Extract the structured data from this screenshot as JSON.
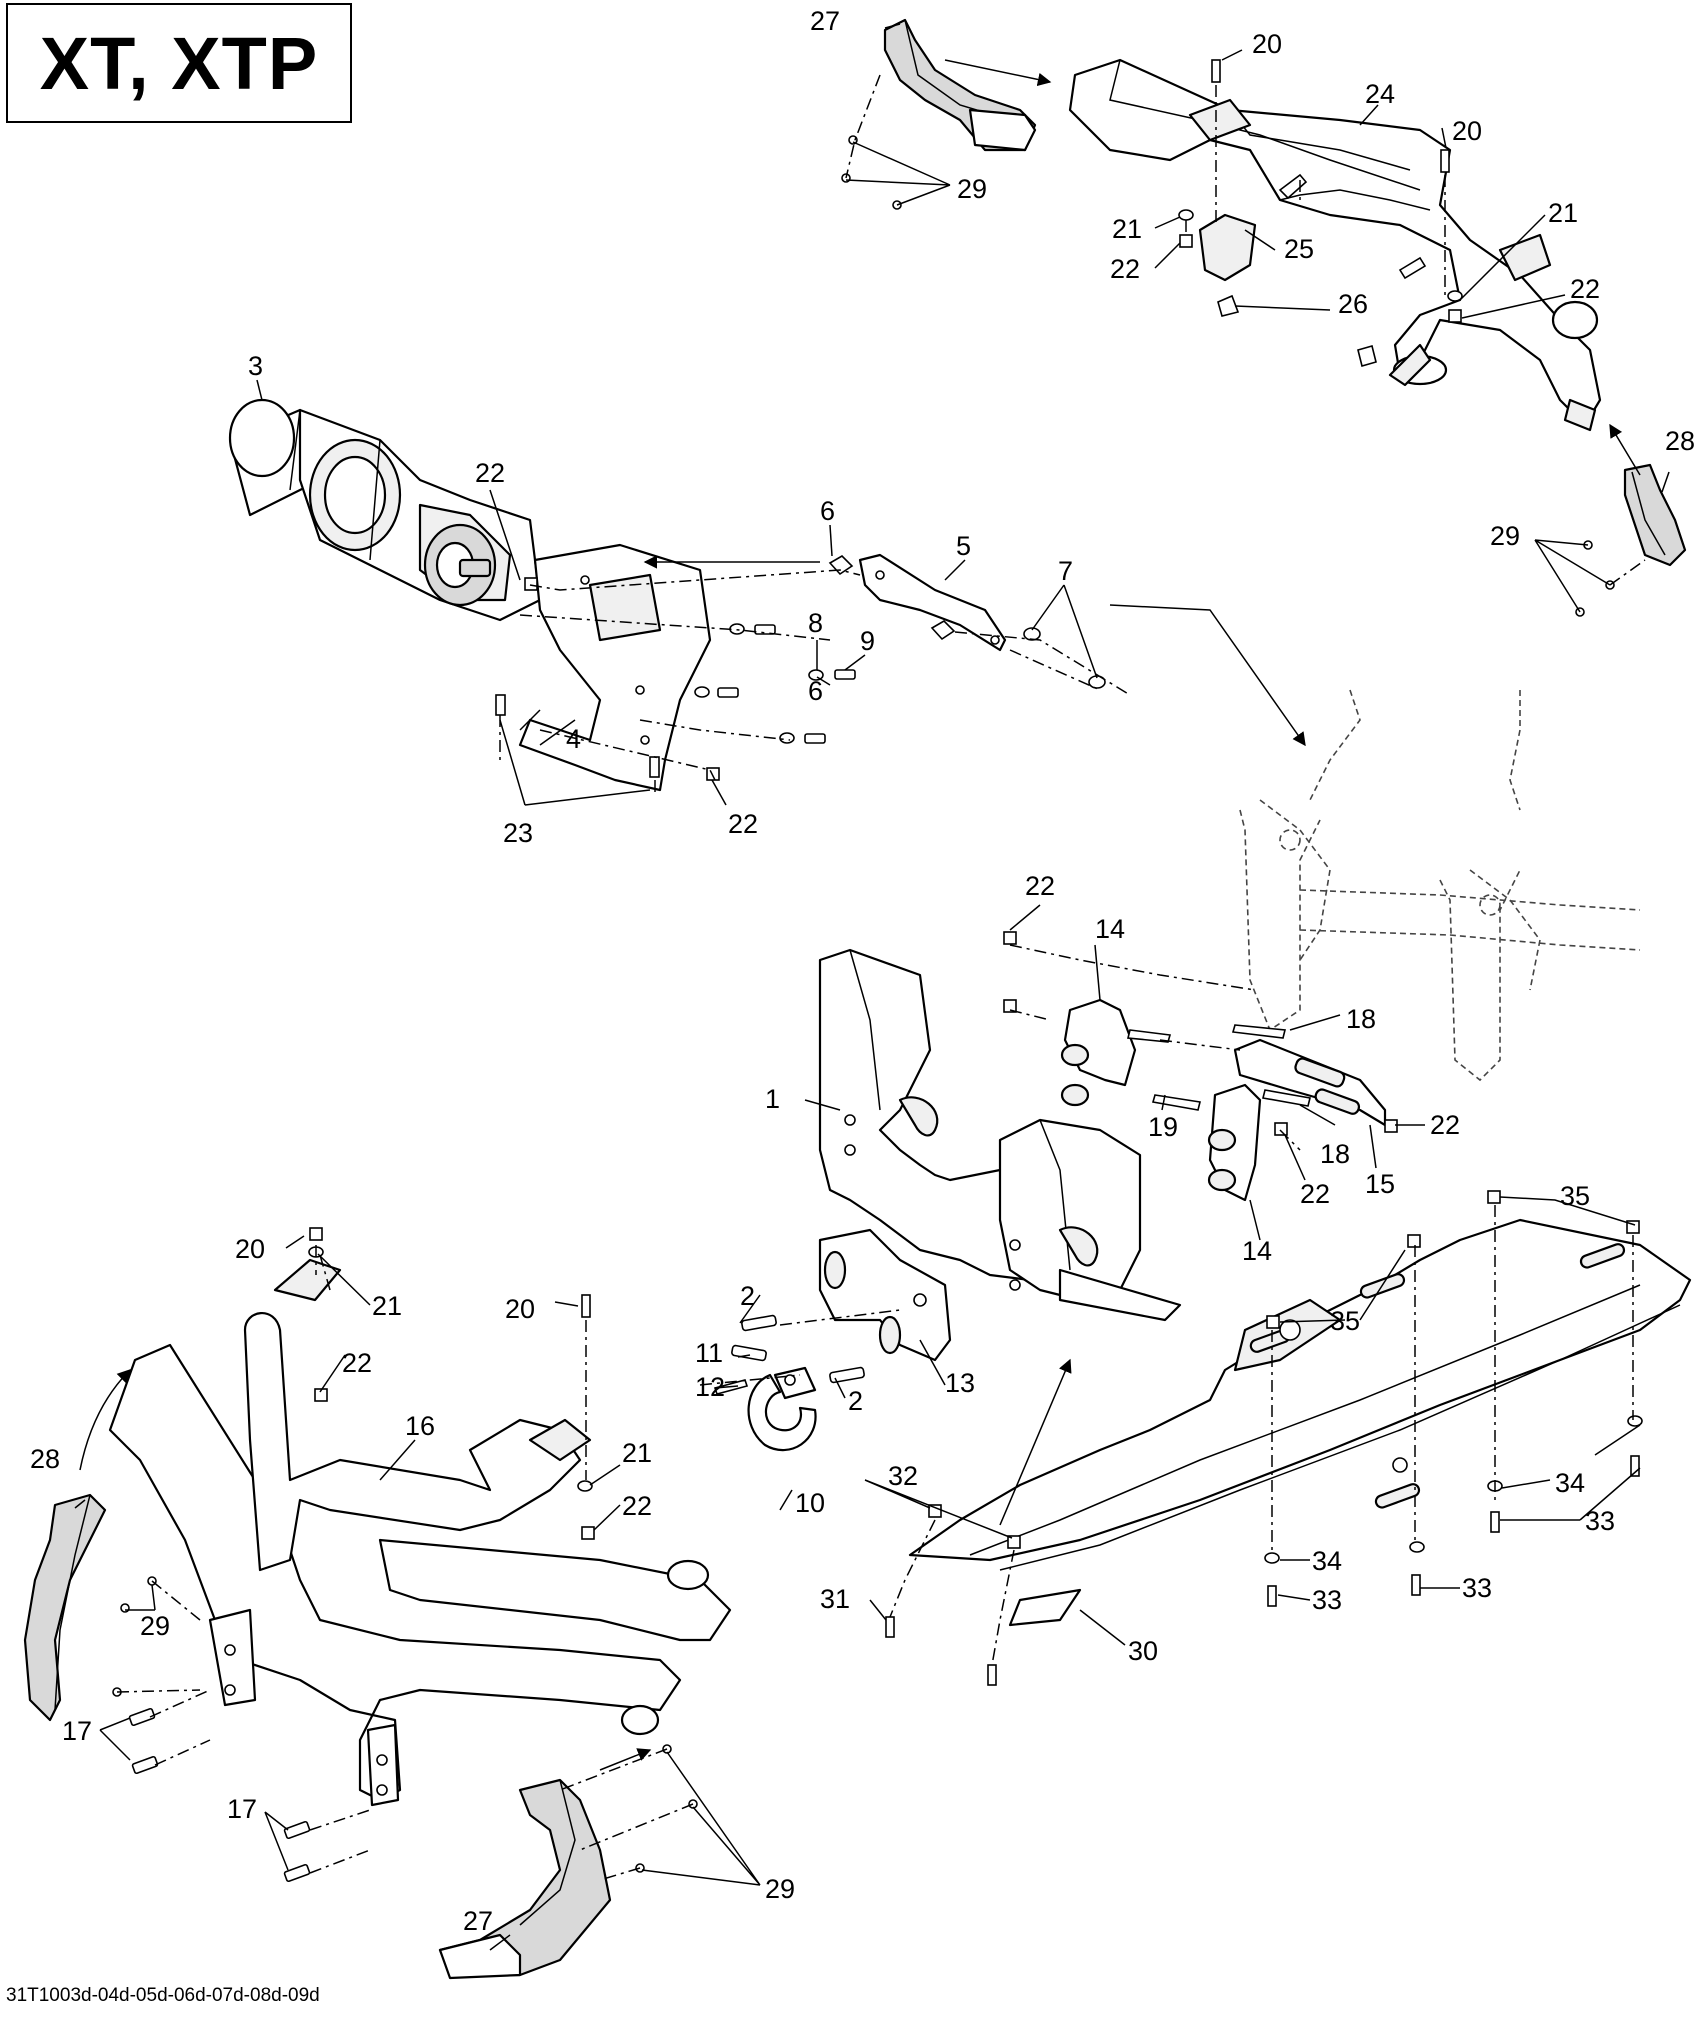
{
  "title": "XT, XTP",
  "footer_code": "31T1003d-04d-05d-06d-07d-08d-09d",
  "callouts": [
    "27",
    "20",
    "24",
    "20",
    "29",
    "21",
    "22",
    "25",
    "21",
    "22",
    "26",
    "28",
    "29",
    "3",
    "22",
    "6",
    "5",
    "7",
    "8",
    "9",
    "6",
    "4",
    "23",
    "22",
    "22",
    "14",
    "18",
    "1",
    "19",
    "18",
    "22",
    "22",
    "15",
    "14",
    "35",
    "35",
    "2",
    "20",
    "21",
    "22",
    "20",
    "11",
    "12",
    "13",
    "2",
    "16",
    "28",
    "21",
    "22",
    "10",
    "34",
    "33",
    "32",
    "34",
    "33",
    "33",
    "31",
    "30",
    "29",
    "17",
    "17",
    "27",
    "29"
  ]
}
